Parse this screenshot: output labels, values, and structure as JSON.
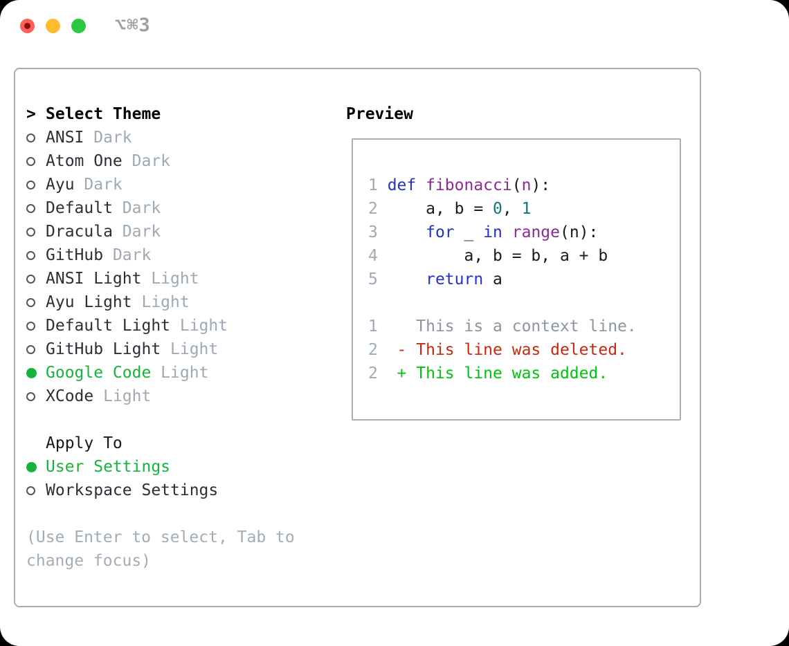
{
  "window": {
    "titlebar": {
      "shortcut_label": "⌥⌘3"
    }
  },
  "theme_panel": {
    "header": {
      "prompt": ">",
      "label": "Select Theme"
    },
    "themes": [
      {
        "name": "ANSI",
        "variant": "Dark",
        "selected": false
      },
      {
        "name": "Atom One",
        "variant": "Dark",
        "selected": false
      },
      {
        "name": "Ayu",
        "variant": "Dark",
        "selected": false
      },
      {
        "name": "Default",
        "variant": "Dark",
        "selected": false
      },
      {
        "name": "Dracula",
        "variant": "Dark",
        "selected": false
      },
      {
        "name": "GitHub",
        "variant": "Dark",
        "selected": false
      },
      {
        "name": "ANSI Light",
        "variant": "Light",
        "selected": false
      },
      {
        "name": "Ayu Light",
        "variant": "Light",
        "selected": false
      },
      {
        "name": "Default Light",
        "variant": "Light",
        "selected": false
      },
      {
        "name": "GitHub Light",
        "variant": "Light",
        "selected": false
      },
      {
        "name": "Google Code",
        "variant": "Light",
        "selected": true
      },
      {
        "name": "XCode",
        "variant": "Light",
        "selected": false
      }
    ],
    "apply_to": {
      "label": "Apply To",
      "options": [
        {
          "name": "User Settings",
          "selected": true
        },
        {
          "name": "Workspace Settings",
          "selected": false
        }
      ]
    },
    "help_lines": [
      "(Use Enter to select, Tab to",
      "change focus)"
    ]
  },
  "preview": {
    "header": "Preview",
    "lines": [
      [
        [
          "num",
          "1 "
        ],
        [
          "kw",
          "def "
        ],
        [
          "fn",
          "fibonacci"
        ],
        [
          "pl",
          "("
        ],
        [
          "fn",
          "n"
        ],
        [
          "pl",
          "):"
        ]
      ],
      [
        [
          "num",
          "2 "
        ],
        [
          "pl",
          "    a, b = "
        ],
        [
          "lit",
          "0"
        ],
        [
          "pl",
          ", "
        ],
        [
          "lit",
          "1"
        ]
      ],
      [
        [
          "num",
          "3 "
        ],
        [
          "pl",
          "    "
        ],
        [
          "kw",
          "for"
        ],
        [
          "pl",
          " _ "
        ],
        [
          "kw",
          "in"
        ],
        [
          "pl",
          " "
        ],
        [
          "fn",
          "range"
        ],
        [
          "pl",
          "(n):"
        ]
      ],
      [
        [
          "num",
          "4 "
        ],
        [
          "pl",
          "        a, b = b, a + b"
        ]
      ],
      [
        [
          "num",
          "5 "
        ],
        [
          "pl",
          "    "
        ],
        [
          "kw",
          "return"
        ],
        [
          "pl",
          " a"
        ]
      ],
      [],
      [
        [
          "num",
          "1"
        ],
        [
          "ctx",
          "    This is a context line."
        ]
      ],
      [
        [
          "num",
          "2"
        ],
        [
          "del",
          "  - This line was deleted."
        ]
      ],
      [
        [
          "num",
          "2"
        ],
        [
          "add",
          "  + This line was added."
        ]
      ]
    ]
  },
  "colors": {
    "close": "#ff5f57",
    "close_dot": "#8a100c",
    "minimize": "#febc2e",
    "zoom": "#2bc840",
    "muted2": "#9aa0a6",
    "border": "#a7adb5",
    "radio_outline": "#51565c",
    "selected": "#18b23c",
    "item_text": "#2b3036",
    "suffix": "#9fa9b4",
    "help": "#a4adb6",
    "line_number": "#9fa9b4",
    "keyword": "#2333c0",
    "function": "#8b2b93",
    "literal": "#0e7680",
    "plain": "#1a1a1a",
    "context": "#8d959e",
    "deleted": "#c5290e",
    "added": "#00c210"
  }
}
